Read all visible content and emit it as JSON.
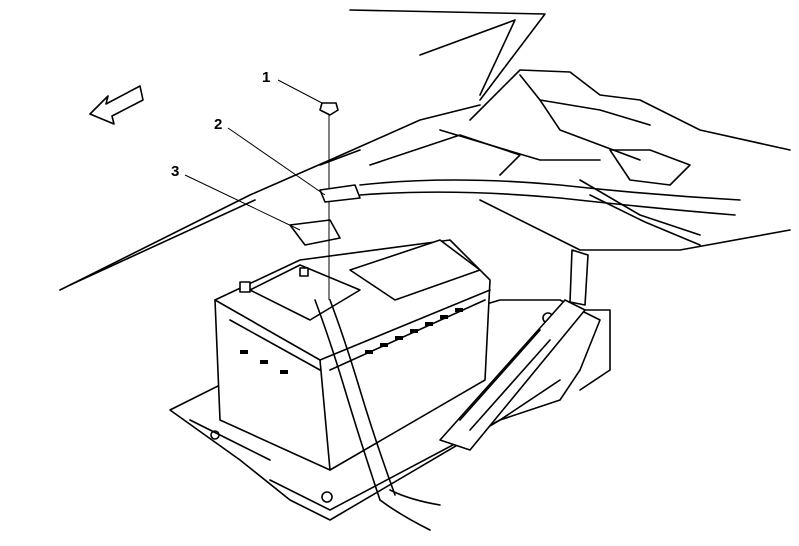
{
  "diagram": {
    "callouts": [
      {
        "id": "1",
        "label": "1"
      },
      {
        "id": "2",
        "label": "2"
      },
      {
        "id": "3",
        "label": "3"
      }
    ],
    "colors": {
      "ink": "#000000",
      "background": "#ffffff"
    },
    "icons": [
      "front-direction-arrow-icon"
    ]
  }
}
